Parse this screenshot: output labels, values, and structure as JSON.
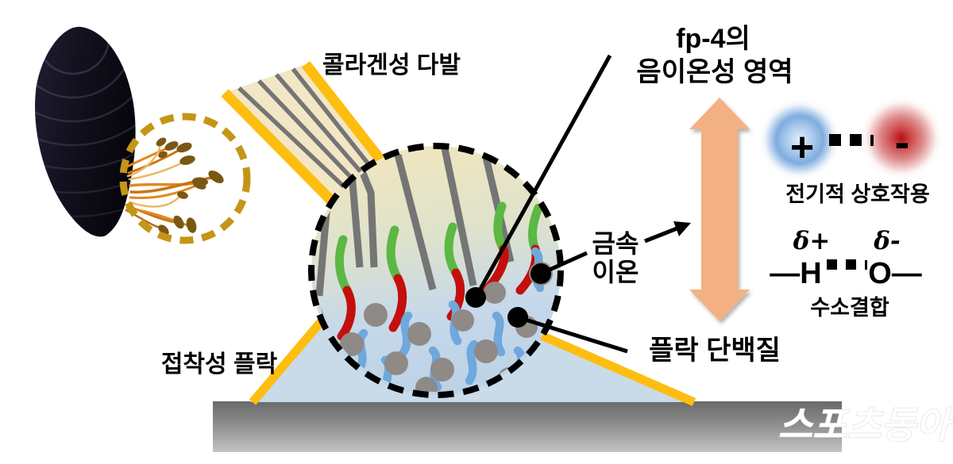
{
  "labels": {
    "collagen_bundle": "콜라겐성 다발",
    "fp4_line1": "fp-4의",
    "fp4_line2": "음이온성 영역",
    "metal_ion_line1": "금속",
    "metal_ion_line2": "이온",
    "plaque_protein": "플락 단백질",
    "adhesive_plaque": "접착성 플락"
  },
  "charge_diagram": {
    "plus": "+",
    "minus": "-",
    "label": "전기적 상호작용"
  },
  "hydrogen_bond": {
    "delta_plus": "δ+",
    "delta_minus": "δ-",
    "hydrogen": "—H",
    "oxygen": "O—",
    "label": "수소결합"
  },
  "watermark": "스포츠동아",
  "colors": {
    "band_orange": "#FDBE10",
    "band_cream": "#F2E7C4",
    "fiber_gray": "#757575",
    "protein_green": "#5BB843",
    "protein_red": "#C50E0E",
    "plaque_protein_blue": "#6FA8DC",
    "metal_ion_gray": "#8F8A86",
    "circle_top": "#F0E6BE",
    "circle_bottom": "#BCD2E6",
    "plaque_fill": "#C9DAE9",
    "arrow_peach": "#F3B183",
    "charge_blue": "#7FACDE",
    "charge_red": "#C02020",
    "substrate_gray": "#8D8D8D",
    "shell_dark": "#12101C",
    "byssus_gold": "#C49516"
  }
}
